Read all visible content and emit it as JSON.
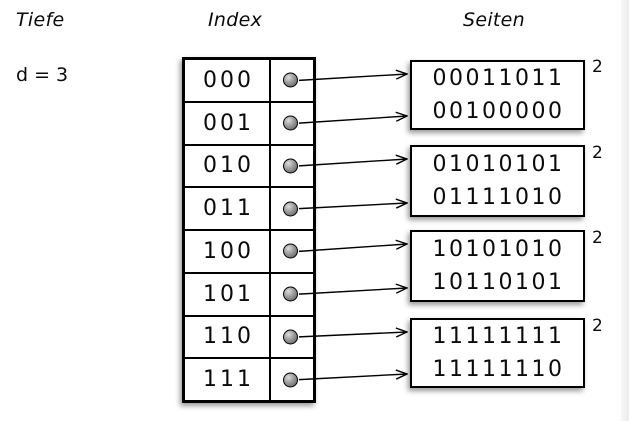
{
  "diagram": {
    "depth_label": "Tiefe",
    "depth_value": "d = 3",
    "index_label": "Index",
    "pages_label": "Seiten"
  },
  "index_rows": [
    {
      "key": "000"
    },
    {
      "key": "001"
    },
    {
      "key": "010"
    },
    {
      "key": "011"
    },
    {
      "key": "100"
    },
    {
      "key": "101"
    },
    {
      "key": "110"
    },
    {
      "key": "111"
    }
  ],
  "pages": [
    {
      "entries": [
        "00011011",
        "00100000"
      ],
      "local_depth": "2"
    },
    {
      "entries": [
        "01010101",
        "01111010"
      ],
      "local_depth": "2"
    },
    {
      "entries": [
        "10101010",
        "10110101"
      ],
      "local_depth": "2"
    },
    {
      "entries": [
        "11111111",
        "11111110"
      ],
      "local_depth": "2"
    }
  ],
  "links": [
    {
      "row": 0,
      "page": 0,
      "slot": 0
    },
    {
      "row": 1,
      "page": 0,
      "slot": 1
    },
    {
      "row": 2,
      "page": 1,
      "slot": 0
    },
    {
      "row": 3,
      "page": 1,
      "slot": 1
    },
    {
      "row": 4,
      "page": 2,
      "slot": 0
    },
    {
      "row": 5,
      "page": 2,
      "slot": 1
    },
    {
      "row": 6,
      "page": 3,
      "slot": 0
    },
    {
      "row": 7,
      "page": 3,
      "slot": 1
    }
  ],
  "colors": {
    "stroke": "#000000",
    "page_fill": "#ffffff",
    "edge_band": "#ececf0"
  }
}
